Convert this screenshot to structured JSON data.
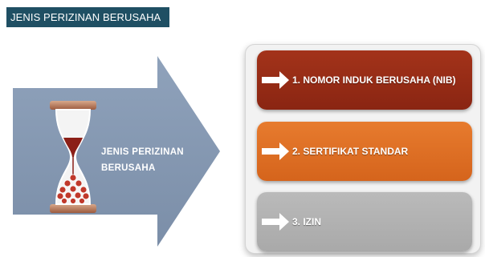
{
  "header": {
    "title": "JENIS PERIZINAN BERUSAHA"
  },
  "left": {
    "label_line1": "JENIS PERIZINAN",
    "label_line2": "BERUSAHA",
    "icon": "hourglass-icon"
  },
  "items": [
    {
      "label": "1.  NOMOR INDUK BERUSAHA (NIB)",
      "color": "#9b2d17"
    },
    {
      "label": "2. SERTIFIKAT STANDAR",
      "color": "#e0712a"
    },
    {
      "label": "3. IZIN",
      "color": "#b3b3b3"
    }
  ],
  "colors": {
    "header_bg": "#1f4f63",
    "arrow_fill": "#8497b0"
  }
}
